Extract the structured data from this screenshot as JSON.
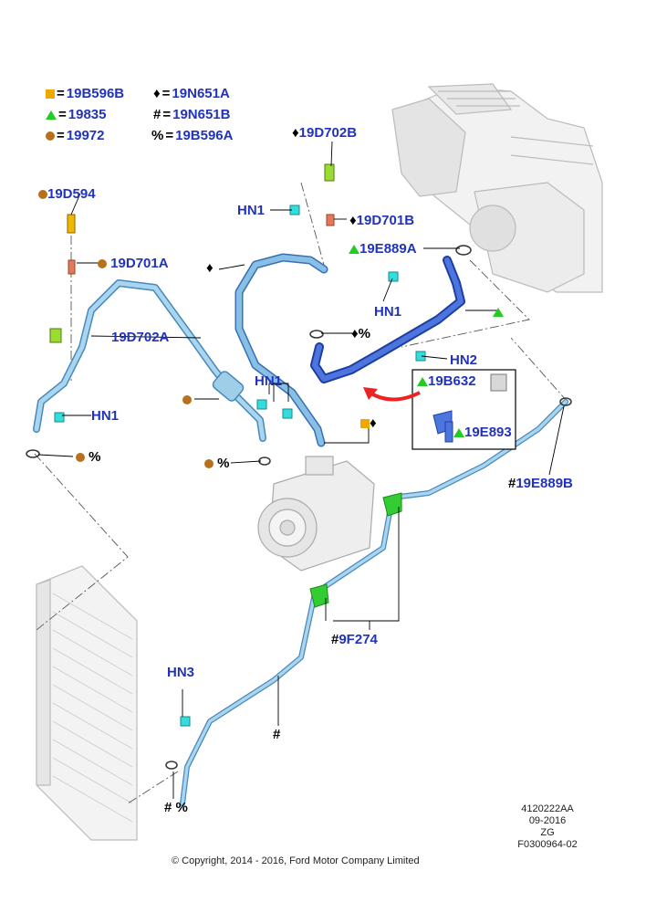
{
  "legend": [
    {
      "symbol": "square",
      "code": "19B596B"
    },
    {
      "symbol": "triangle",
      "code": "19835"
    },
    {
      "symbol": "dot",
      "code": "19972"
    },
    {
      "symbol": "diamond",
      "code": "19N651A"
    },
    {
      "symbol": "hash",
      "code": "19N651B"
    },
    {
      "symbol": "percent",
      "code": "19B596A"
    }
  ],
  "legend_marks": {
    "eq": "=",
    "diamond": "♦",
    "hash": "#",
    "percent": "%"
  },
  "callouts": {
    "c19D702B": "19D702B",
    "c19D594": "19D594",
    "c19D701B": "19D701B",
    "c19E889A": "19E889A",
    "c19D701A": "19D701A",
    "hn1_top": "HN1",
    "hn1_right": "HN1",
    "c19D702A": "19D702A",
    "hn2": "HN2",
    "c19B632": "19B632",
    "hn1_mid": "HN1",
    "c19E893": "19E893",
    "hn1_left": "HN1",
    "c19E889B": "19E889B",
    "c9F274": "9F274",
    "hn3": "HN3"
  },
  "marks": {
    "diamond": "♦",
    "hash": "#",
    "percent": "%",
    "hash_percent": "# %",
    "diamond_percent": "♦%"
  },
  "footer": {
    "ref1": "4120222AA",
    "ref2": "09-2016",
    "ref3": "ZG",
    "ref4": "F0300964-02",
    "copyright": "© Copyright, 2014 - 2016, Ford Motor Company Limited"
  },
  "colors": {
    "label_blue": "#2233bb",
    "square": "#f0a800",
    "triangle": "#22cc22",
    "dot": "#b8701c",
    "pipe_light": "#8ec6e8",
    "pipe_dark": "#3355cc",
    "clip_green": "#33cc33",
    "clip_cyan": "#33dddd"
  }
}
